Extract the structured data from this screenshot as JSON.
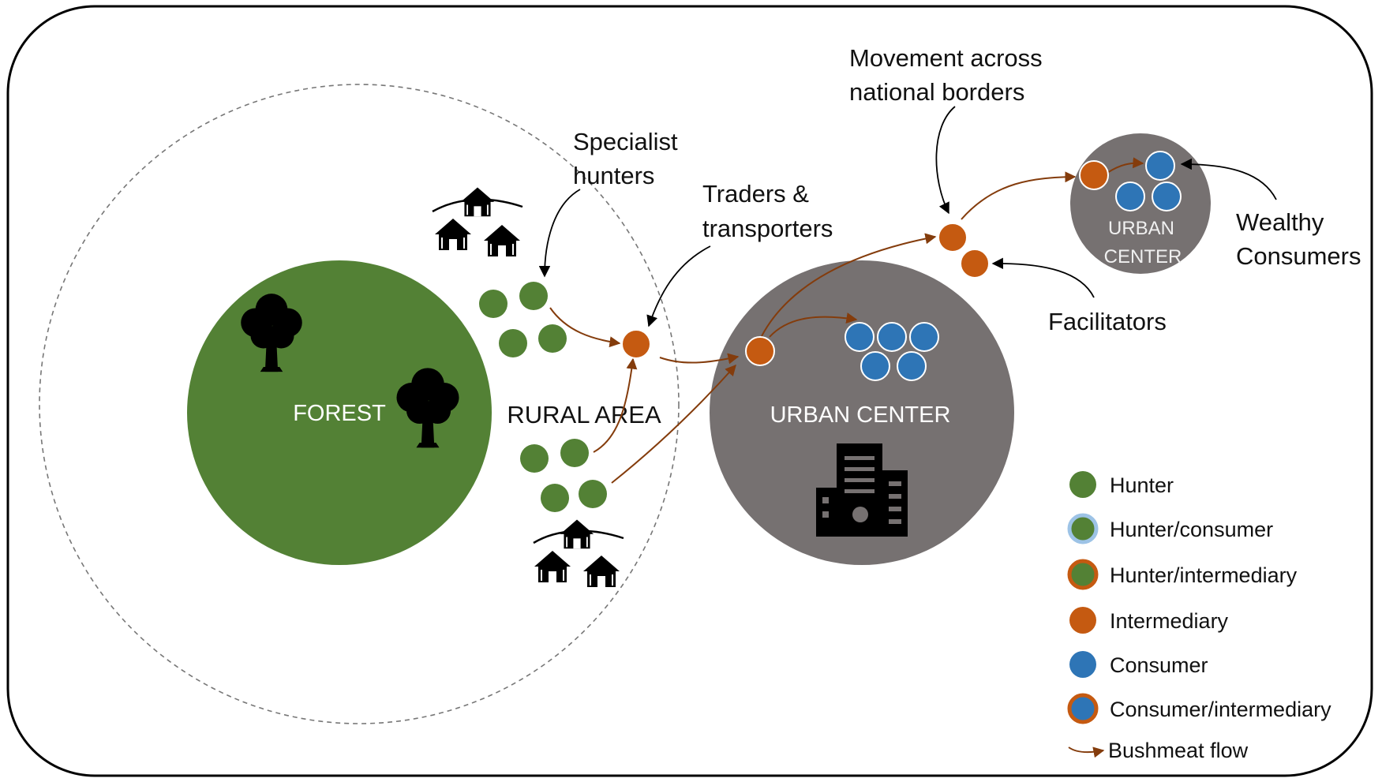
{
  "regions": {
    "forest": "FOREST",
    "rural_area": "RURAL AREA",
    "urban_center": "URBAN CENTER",
    "urban_center_small_line1": "URBAN",
    "urban_center_small_line2": "CENTER"
  },
  "annotations": {
    "specialist_line1": "Specialist",
    "specialist_line2": "hunters",
    "traders_line1": "Traders &",
    "traders_line2": "transporters",
    "movement_line1": "Movement across",
    "movement_line2": "national borders",
    "wealthy_line1": "Wealthy",
    "wealthy_line2": "Consumers",
    "facilitators": "Facilitators"
  },
  "legend": [
    {
      "label": "Hunter",
      "fill": "#538135",
      "ring": ""
    },
    {
      "label": "Hunter/consumer",
      "fill": "#538135",
      "ring": "#9dc3e6"
    },
    {
      "label": "Hunter/intermediary",
      "fill": "#538135",
      "ring": "#c55a11"
    },
    {
      "label": "Intermediary",
      "fill": "#c55a11",
      "ring": ""
    },
    {
      "label": "Consumer",
      "fill": "#2e75b6",
      "ring": ""
    },
    {
      "label": "Consumer/intermediary",
      "fill": "#2e75b6",
      "ring": "#c55a11"
    },
    {
      "label": "Bushmeat flow",
      "fill": "",
      "ring": ""
    }
  ],
  "colors": {
    "hunter": "#538135",
    "intermediary": "#c55a11",
    "consumer": "#2e75b6",
    "urban": "#767171",
    "flow_arrow": "#843c0c"
  }
}
